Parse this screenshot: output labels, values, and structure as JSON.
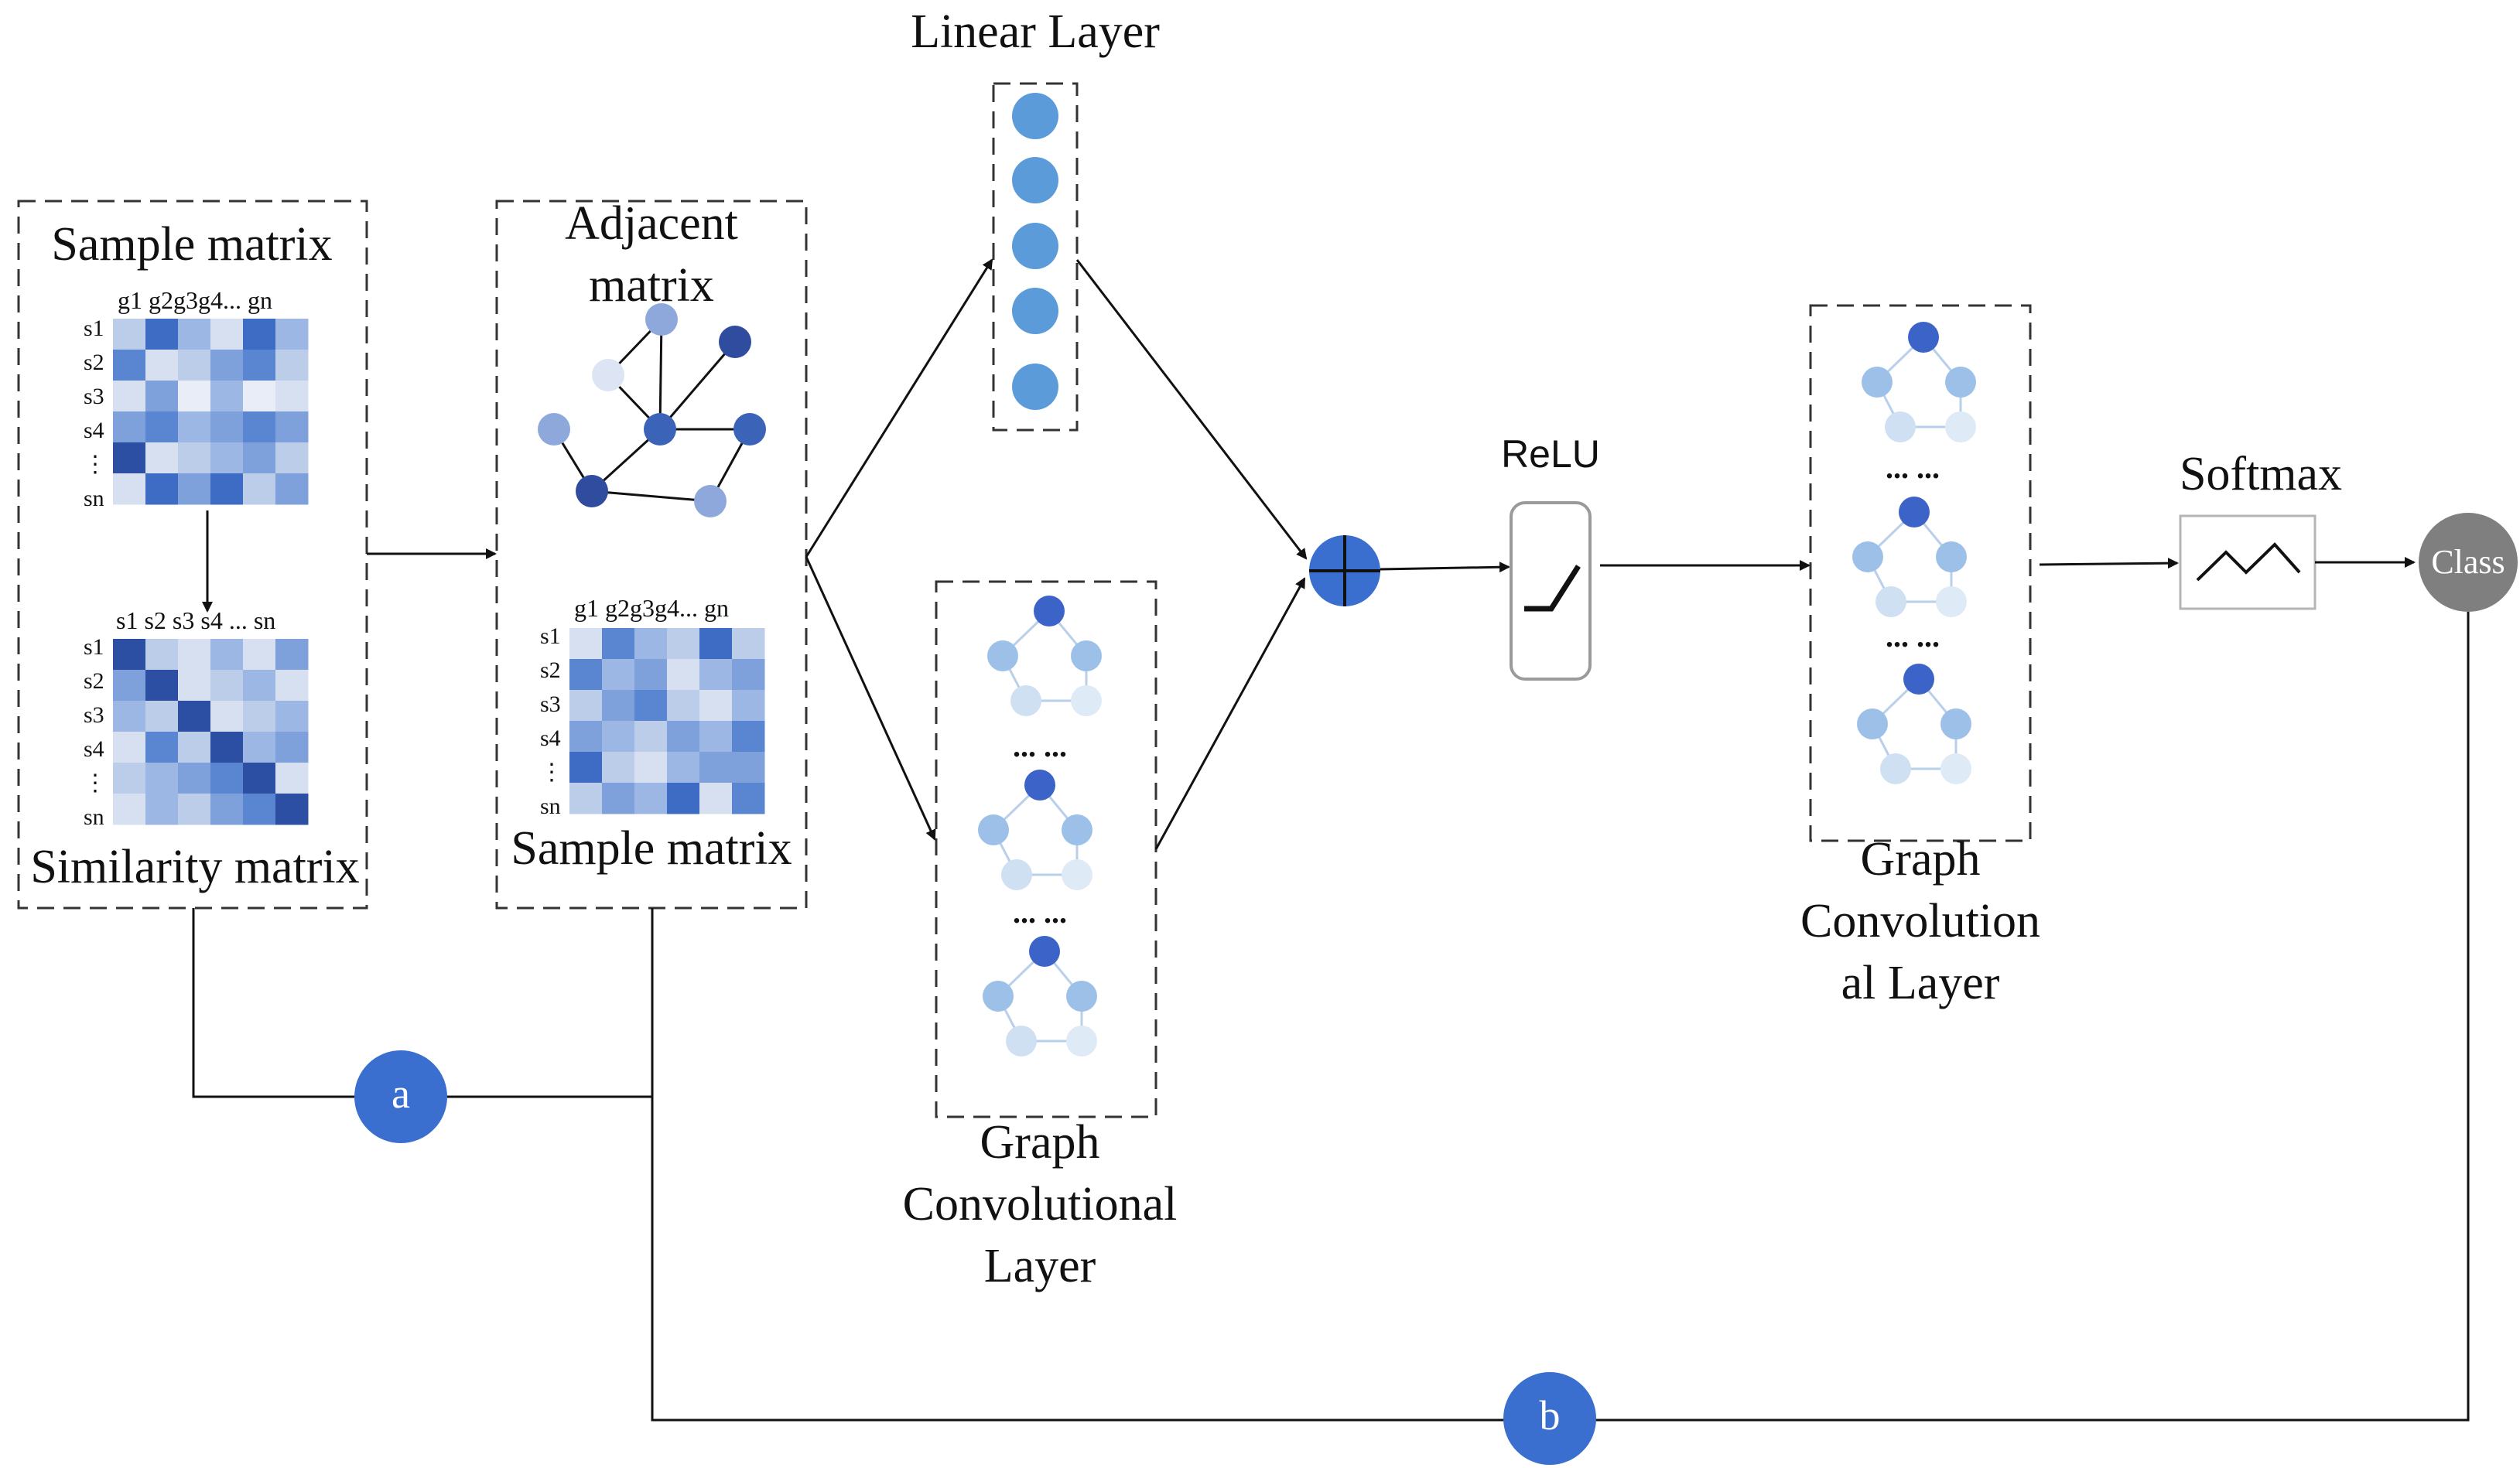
{
  "labels": {
    "sample_matrix_1": "Sample matrix",
    "similarity_matrix": "Similarity matrix",
    "adjacent_matrix_line1": "Adjacent",
    "adjacent_matrix_line2": "matrix",
    "sample_matrix_2": "Sample matrix",
    "linear_layer": "Linear Layer",
    "gcl_1_line1": "Graph",
    "gcl_1_line2": "Convolutional",
    "gcl_1_line3": "Layer",
    "relu": "ReLU",
    "gcl_2_line1": "Graph",
    "gcl_2_line2": "Convolution",
    "gcl_2_line3": "al Layer",
    "softmax": "Softmax",
    "class": "Class",
    "path_a": "a",
    "path_b": "b",
    "ellipsis": "... ..."
  },
  "matrices": {
    "sample_1": {
      "col_labels": "g1 g2g3g4... gn",
      "row_labels": [
        "s1",
        "s2",
        "s3",
        "s4",
        "⋮",
        "sn"
      ]
    },
    "similarity": {
      "col_labels": "s1  s2 s3 s4 ... sn",
      "row_labels": [
        "s1",
        "s2",
        "s3",
        "s4",
        "⋮",
        "sn"
      ]
    },
    "sample_2": {
      "col_labels": "g1 g2g3g4... gn",
      "row_labels": [
        "s1",
        "s2",
        "s3",
        "s4",
        "⋮",
        "sn"
      ]
    }
  },
  "colors": {
    "accent": "#3b6fcf",
    "node_dark": "#2f4c9e",
    "neuron": "#5b9bd9",
    "class_node": "#7f7f7f"
  }
}
